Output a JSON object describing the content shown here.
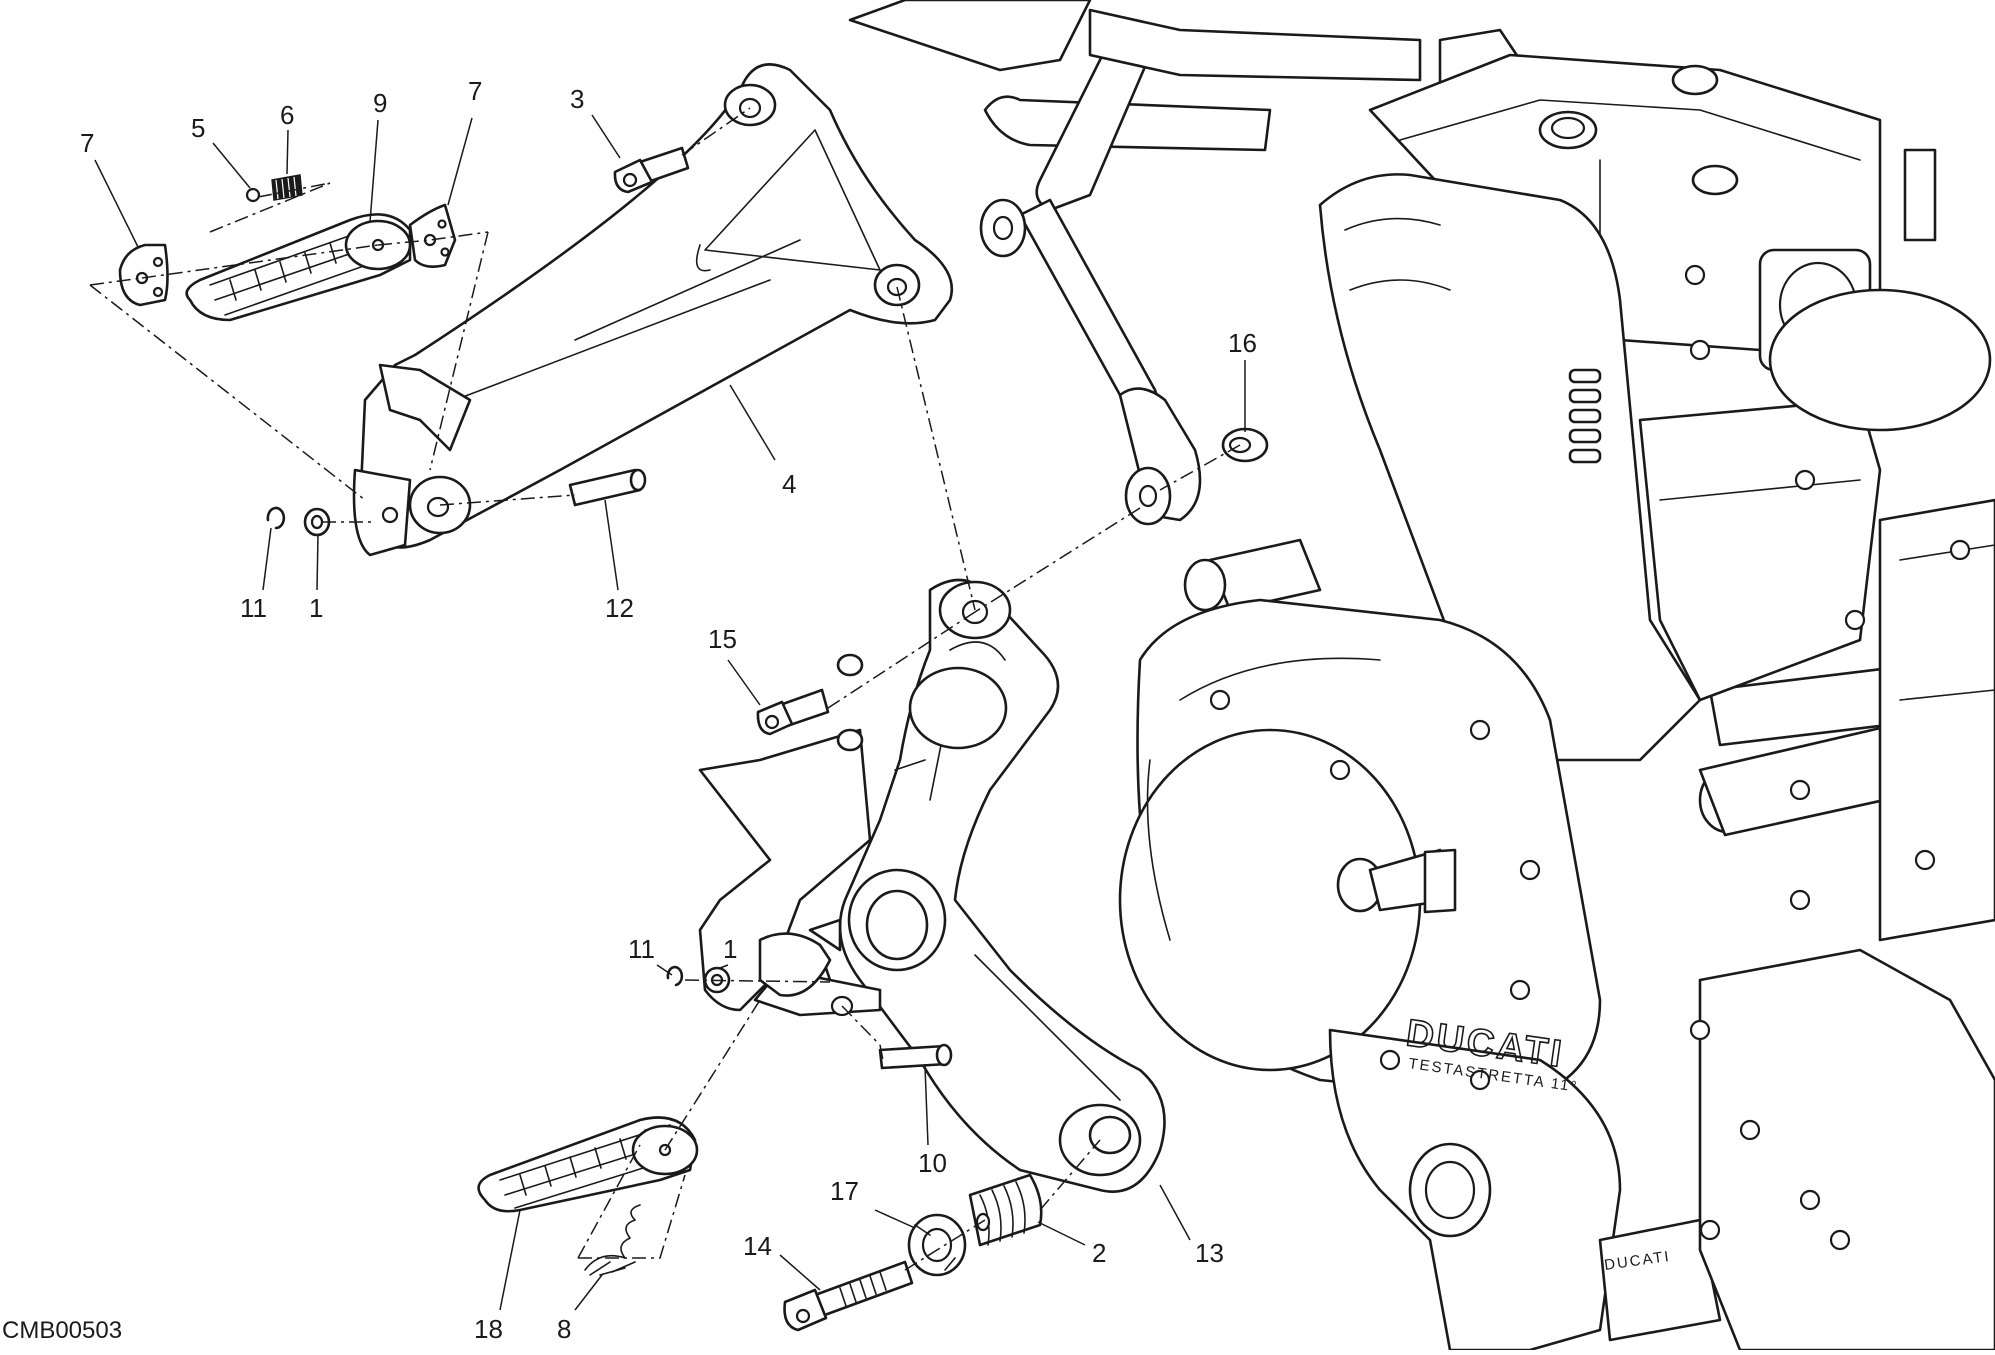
{
  "diagram": {
    "code": "CMB00503",
    "logo": "DUCATI",
    "engine_text": "TESTASTRETTA 11°",
    "sump_logo": "DUCATI",
    "callouts": [
      {
        "id": "c7a",
        "label": "7"
      },
      {
        "id": "c5",
        "label": "5"
      },
      {
        "id": "c6",
        "label": "6"
      },
      {
        "id": "c9",
        "label": "9"
      },
      {
        "id": "c7b",
        "label": "7"
      },
      {
        "id": "c3",
        "label": "3"
      },
      {
        "id": "c4",
        "label": "4"
      },
      {
        "id": "c11a",
        "label": "11"
      },
      {
        "id": "c1a",
        "label": "1"
      },
      {
        "id": "c12",
        "label": "12"
      },
      {
        "id": "c16",
        "label": "16"
      },
      {
        "id": "c15",
        "label": "15"
      },
      {
        "id": "c11b",
        "label": "11"
      },
      {
        "id": "c1b",
        "label": "1"
      },
      {
        "id": "c10",
        "label": "10"
      },
      {
        "id": "c17",
        "label": "17"
      },
      {
        "id": "c14",
        "label": "14"
      },
      {
        "id": "c2",
        "label": "2"
      },
      {
        "id": "c13",
        "label": "13"
      },
      {
        "id": "c18",
        "label": "18"
      },
      {
        "id": "c8",
        "label": "8"
      }
    ]
  }
}
